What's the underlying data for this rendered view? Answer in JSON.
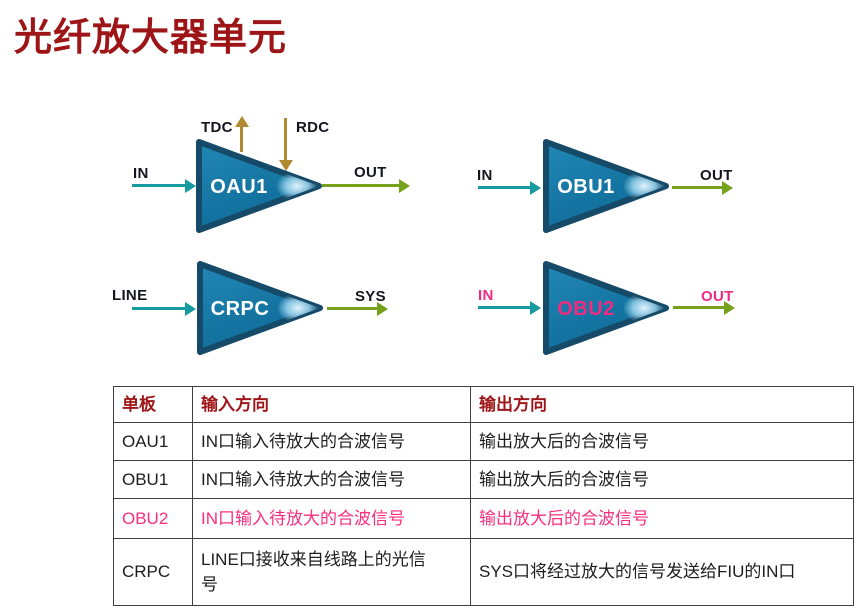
{
  "page": {
    "title": "光纤放大器单元"
  },
  "colors": {
    "title-red": "#9e1518",
    "teal": "#169ba1",
    "olive": "#76a11d",
    "gold": "#b08a2e",
    "tri-border": "#154b68",
    "tri-fill-top": "#2187b5",
    "tri-fill-bottom": "#0e6a97",
    "pink": "#f32a82",
    "table-pink": "#fb2e7e"
  },
  "diagram": {
    "amps": [
      {
        "name": "OAU1",
        "label": "OAU1",
        "input_port": "IN",
        "output_port": "OUT",
        "gain_up": "TDC",
        "gain_down": "RDC"
      },
      {
        "name": "OBU1",
        "label": "OBU1",
        "input_port": "IN",
        "output_port": "OUT"
      },
      {
        "name": "CRPC",
        "label": "CRPC",
        "input_port": "LINE",
        "output_port": "SYS"
      },
      {
        "name": "OBU2",
        "label": "OBU2",
        "input_port": "IN",
        "output_port": "OUT"
      }
    ]
  },
  "table": {
    "headers": [
      "单板",
      "输入方向",
      "输出方向"
    ],
    "rows": [
      {
        "board": "OAU1",
        "input": "IN口输入待放大的合波信号",
        "output": "输出放大后的合波信号"
      },
      {
        "board": "OBU1",
        "input": "IN口输入待放大的合波信号",
        "output": "输出放大后的合波信号"
      },
      {
        "board": "OBU2",
        "input": "IN口输入待放大的合波信号",
        "output": "输出放大后的合波信号"
      },
      {
        "board": "CRPC",
        "input": "LINE口接收来自线路上的光信号",
        "output": "SYS口将经过放大的信号发送给FIU的IN口"
      }
    ]
  }
}
